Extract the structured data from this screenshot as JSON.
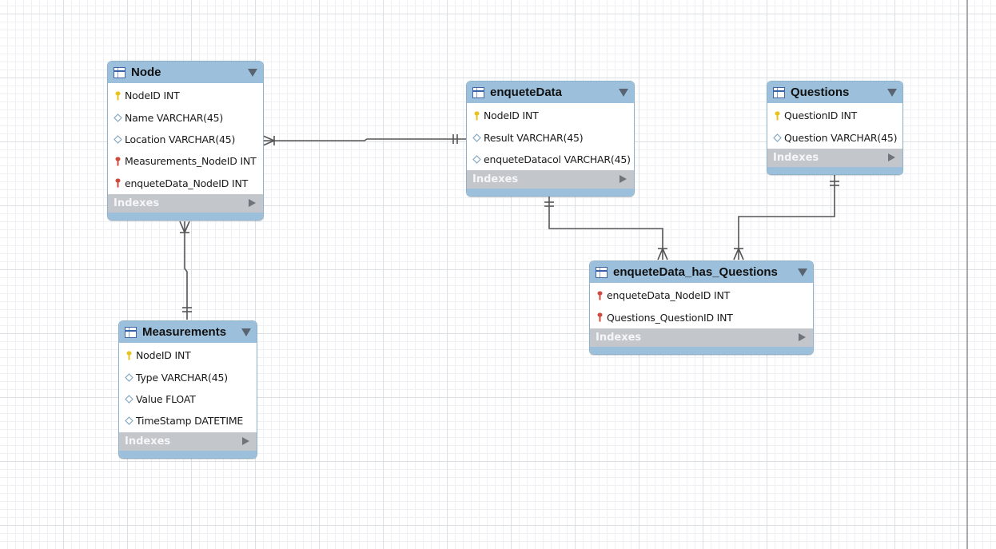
{
  "colors": {
    "header": "#9cc0dc",
    "indexes_bar": "#c3c6cb",
    "connector": "#555555",
    "pk_key": "#e8c31e",
    "fk_key": "#cf4a3c",
    "attribute_diamond": "#86a9c4"
  },
  "entities": [
    {
      "title": "Node",
      "indexes_label": "Indexes",
      "columns": [
        {
          "text": "NodeID INT",
          "icon": "primary-key-icon"
        },
        {
          "text": "Name VARCHAR(45)",
          "icon": "diamond-icon"
        },
        {
          "text": "Location VARCHAR(45)",
          "icon": "diamond-icon"
        },
        {
          "text": "Measurements_NodeID INT",
          "icon": "foreign-key-icon"
        },
        {
          "text": "enqueteData_NodeID INT",
          "icon": "foreign-key-icon"
        }
      ]
    },
    {
      "title": "enqueteData",
      "indexes_label": "Indexes",
      "columns": [
        {
          "text": "NodeID INT",
          "icon": "primary-key-icon"
        },
        {
          "text": "Result VARCHAR(45)",
          "icon": "diamond-icon"
        },
        {
          "text": "enqueteDatacol VARCHAR(45)",
          "icon": "diamond-icon"
        }
      ]
    },
    {
      "title": "Questions",
      "indexes_label": "Indexes",
      "columns": [
        {
          "text": "QuestionID INT",
          "icon": "primary-key-icon"
        },
        {
          "text": "Question VARCHAR(45)",
          "icon": "diamond-icon"
        }
      ]
    },
    {
      "title": "Measurements",
      "indexes_label": "Indexes",
      "columns": [
        {
          "text": "NodeID INT",
          "icon": "primary-key-icon"
        },
        {
          "text": "Type VARCHAR(45)",
          "icon": "diamond-icon"
        },
        {
          "text": "Value FLOAT",
          "icon": "diamond-icon"
        },
        {
          "text": "TimeStamp DATETIME",
          "icon": "diamond-icon"
        }
      ]
    },
    {
      "title": "enqueteData_has_Questions",
      "indexes_label": "Indexes",
      "columns": [
        {
          "text": "enqueteData_NodeID INT",
          "icon": "foreign-key-icon"
        },
        {
          "text": "Questions_QuestionID INT",
          "icon": "foreign-key-icon"
        }
      ]
    }
  ],
  "relationships": [
    {
      "from": "Node",
      "to": "enqueteData",
      "from_end": "many",
      "to_end": "one"
    },
    {
      "from": "Node",
      "to": "Measurements",
      "from_end": "many",
      "to_end": "one"
    },
    {
      "from": "enqueteData",
      "to": "enqueteData_has_Questions",
      "from_end": "one",
      "to_end": "many"
    },
    {
      "from": "Questions",
      "to": "enqueteData_has_Questions",
      "from_end": "one",
      "to_end": "many"
    }
  ]
}
